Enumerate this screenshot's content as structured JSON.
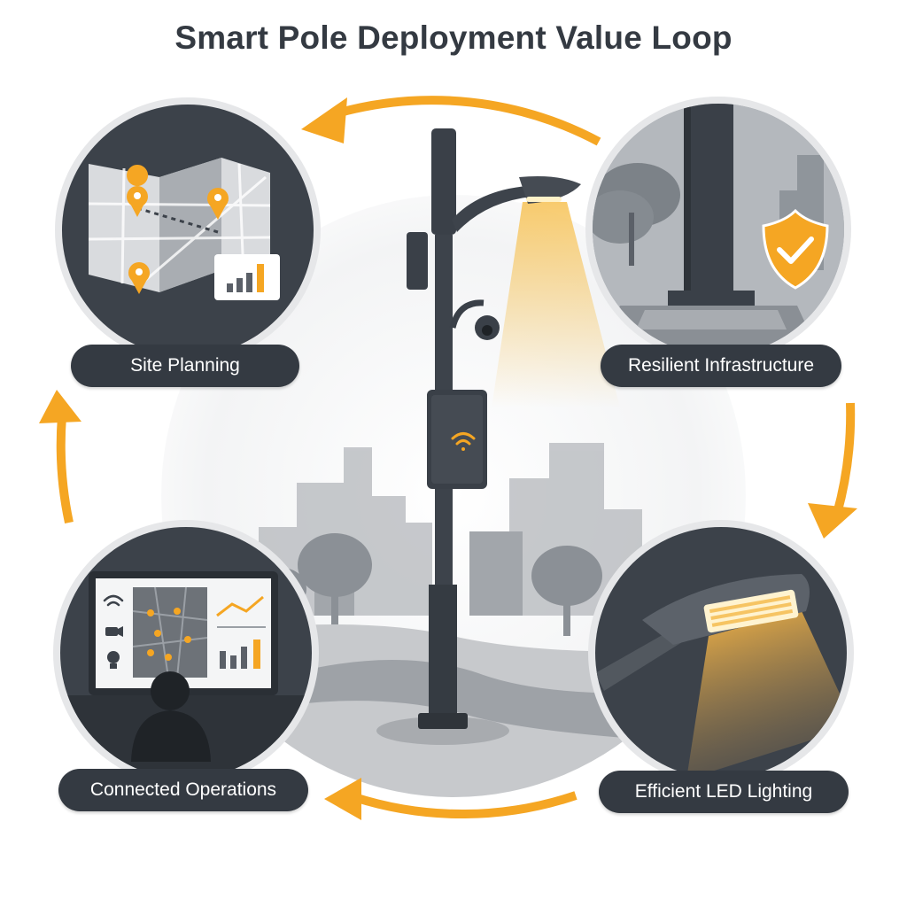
{
  "title": "Smart Pole Deployment Value Loop",
  "stages": {
    "site_planning": "Site Planning",
    "resilient_infrastructure": "Resilient Infrastructure",
    "connected_operations": "Connected Operations",
    "efficient_led_lighting": "Efficient LED Lighting"
  },
  "colors": {
    "accent": "#f5a623",
    "dark": "#343a42",
    "badge_text": "#ffffff",
    "background": "#ffffff"
  },
  "icons": [
    "map-pin-icon",
    "bar-chart-icon",
    "shield-check-icon",
    "wifi-icon",
    "camera-icon",
    "lightbulb-icon",
    "cycle-arrow-icon"
  ]
}
